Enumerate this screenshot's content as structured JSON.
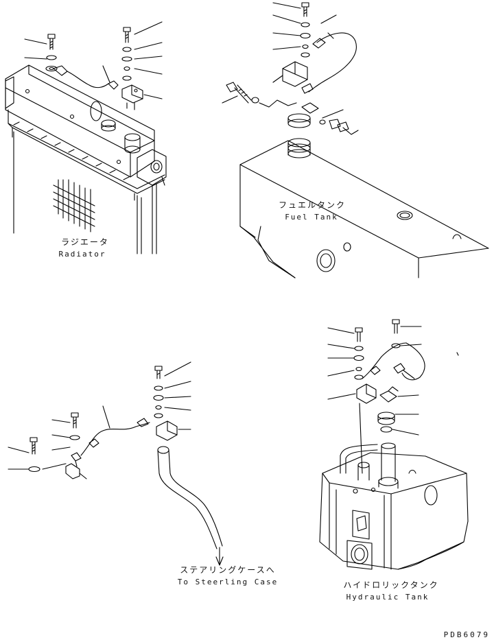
{
  "labels": {
    "radiator_jp": "ラジエータ",
    "radiator_en": "Radiator",
    "fuel_jp": "フュエルタンク",
    "fuel_en": "Fuel Tank",
    "steering_jp": "ステアリングケースへ",
    "steering_en": "To Steerling Case",
    "hydraulic_jp": "ハイドロリックタンク",
    "hydraulic_en": "Hydraulic Tank"
  },
  "drawing_code": "PDB6079"
}
